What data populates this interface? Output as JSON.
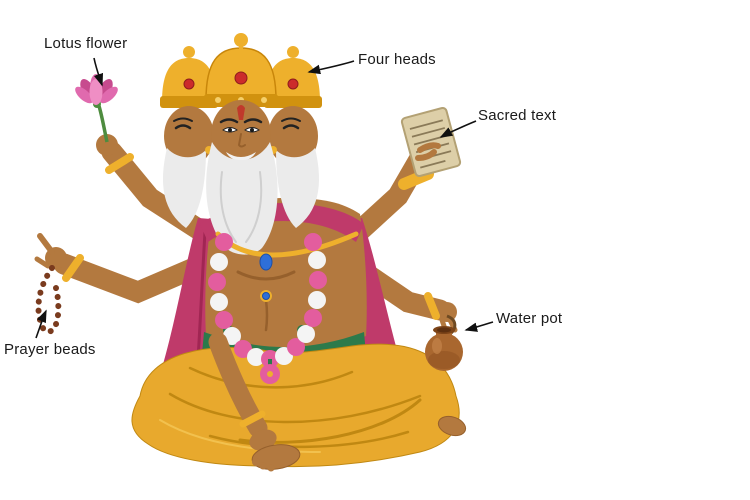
{
  "labels": {
    "lotus_flower": "Lotus flower",
    "four_heads": "Four heads",
    "sacred_text": "Sacred text",
    "prayer_beads": "Prayer beads",
    "water_pot": "Water pot"
  },
  "colors": {
    "background": "#ffffff",
    "label_text": "#1a1a1a",
    "arrow": "#111111",
    "skin": "#b3793f",
    "gold": "#eeb02c",
    "shawl": "#bf3a6a",
    "dhoti": "#e8a92d",
    "beard": "#ebebeb",
    "garland_pink": "#e35d9e",
    "sash_green": "#2c7a4b",
    "pot_brown": "#a9672f"
  }
}
